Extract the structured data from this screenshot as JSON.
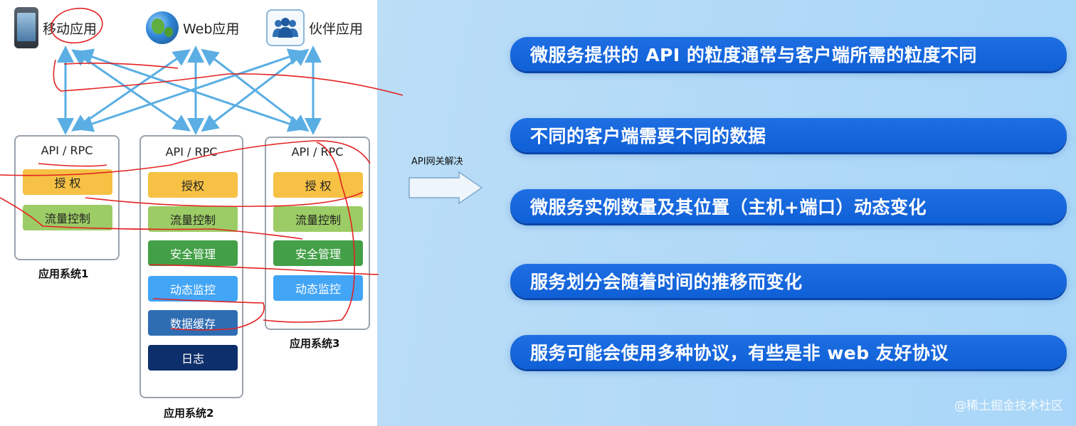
{
  "clients": [
    {
      "label": "移动应用",
      "icon": "phone-icon"
    },
    {
      "label": "Web应用",
      "icon": "globe-icon"
    },
    {
      "label": "伙伴应用",
      "icon": "users-icon"
    }
  ],
  "systems": [
    {
      "header": "API / RPC",
      "name": "应用系统1",
      "modules": [
        "授 权",
        "流量控制"
      ]
    },
    {
      "header": "API / RPC",
      "name": "应用系统2",
      "modules": [
        "授权",
        "流量控制",
        "安全管理",
        "动态监控",
        "数据缓存",
        "日志"
      ]
    },
    {
      "header": "API / RPC",
      "name": "应用系统3",
      "modules": [
        "授 权",
        "流量控制",
        "安全管理",
        "动态监控"
      ]
    }
  ],
  "gateway": {
    "label": "API网关解决"
  },
  "problems": [
    "微服务提供的 API 的粒度通常与客户端所需的粒度不同",
    "不同的客户端需要不同的数据",
    "微服务实例数量及其位置（主机+端口）动态变化",
    "服务划分会随着时间的推移而变化",
    "服务可能会使用多种协议，有些是非 web 友好协议"
  ],
  "watermark": "@稀土掘金技术社区",
  "colors": {
    "auth": "#f6c144",
    "traffic": "#9ccc65",
    "security": "#43a047",
    "monitor": "#42a5f5",
    "cache": "#2f6db3",
    "log": "#0d2f6b",
    "pill": "#1565e0",
    "connector": "#5aaee3",
    "annotation": "#e32222"
  }
}
